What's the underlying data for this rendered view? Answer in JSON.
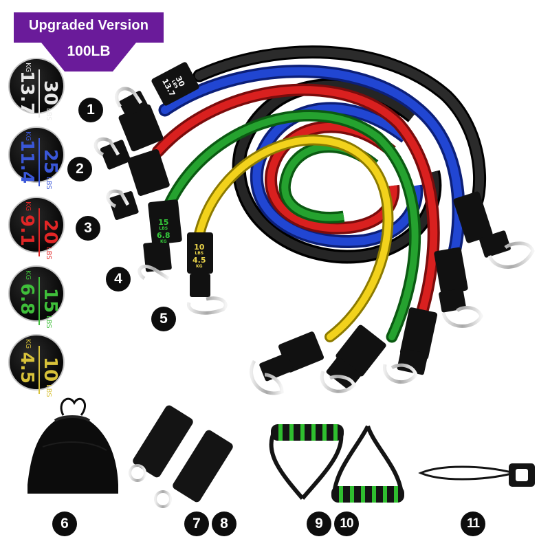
{
  "banner": {
    "title": "Upgraded Version",
    "weight": "100LB",
    "color": "#6a1b9a"
  },
  "swatches": [
    {
      "lbs": "30",
      "unit_lbs": "LBS",
      "kg": "13.7",
      "unit_kg": "KG",
      "color": "#e8e8e8"
    },
    {
      "lbs": "25",
      "unit_lbs": "LBS",
      "kg": "11.4",
      "unit_kg": "KG",
      "color": "#3a57d8"
    },
    {
      "lbs": "20",
      "unit_lbs": "LBS",
      "kg": "9.1",
      "unit_kg": "KG",
      "color": "#e12626"
    },
    {
      "lbs": "15",
      "unit_lbs": "LBS",
      "kg": "6.8",
      "unit_kg": "KG",
      "color": "#3fbf3a"
    },
    {
      "lbs": "10",
      "unit_lbs": "LBS",
      "kg": "4.5",
      "unit_kg": "KG",
      "color": "#d8c23a"
    }
  ],
  "tags": [
    {
      "lbs": "30",
      "unit": "LBS",
      "kg": "13.7",
      "color": "#ffffff"
    },
    {
      "lbs": "15",
      "unit": "LBS",
      "kg": "6.8",
      "unit_kg": "KG",
      "color": "#35c93a"
    },
    {
      "lbs": "10",
      "unit": "LBS",
      "kg": "4.5",
      "unit_kg": "KG",
      "color": "#e8d24a"
    }
  ],
  "badges": [
    "1",
    "2",
    "3",
    "4",
    "5",
    "6",
    "7",
    "8",
    "9",
    "10",
    "11"
  ],
  "bands": [
    {
      "name": "black",
      "color": "#161616"
    },
    {
      "name": "blue",
      "color": "#1f3fc4"
    },
    {
      "name": "red",
      "color": "#d21a1a"
    },
    {
      "name": "green",
      "color": "#1f9a2a"
    },
    {
      "name": "yellow",
      "color": "#f2d21c"
    }
  ],
  "accessories": {
    "bag": "drawstring-bag-icon",
    "ankle_straps": "ankle-strap-icon",
    "handles": "foam-handle-icon",
    "door_anchor": "door-anchor-icon"
  }
}
